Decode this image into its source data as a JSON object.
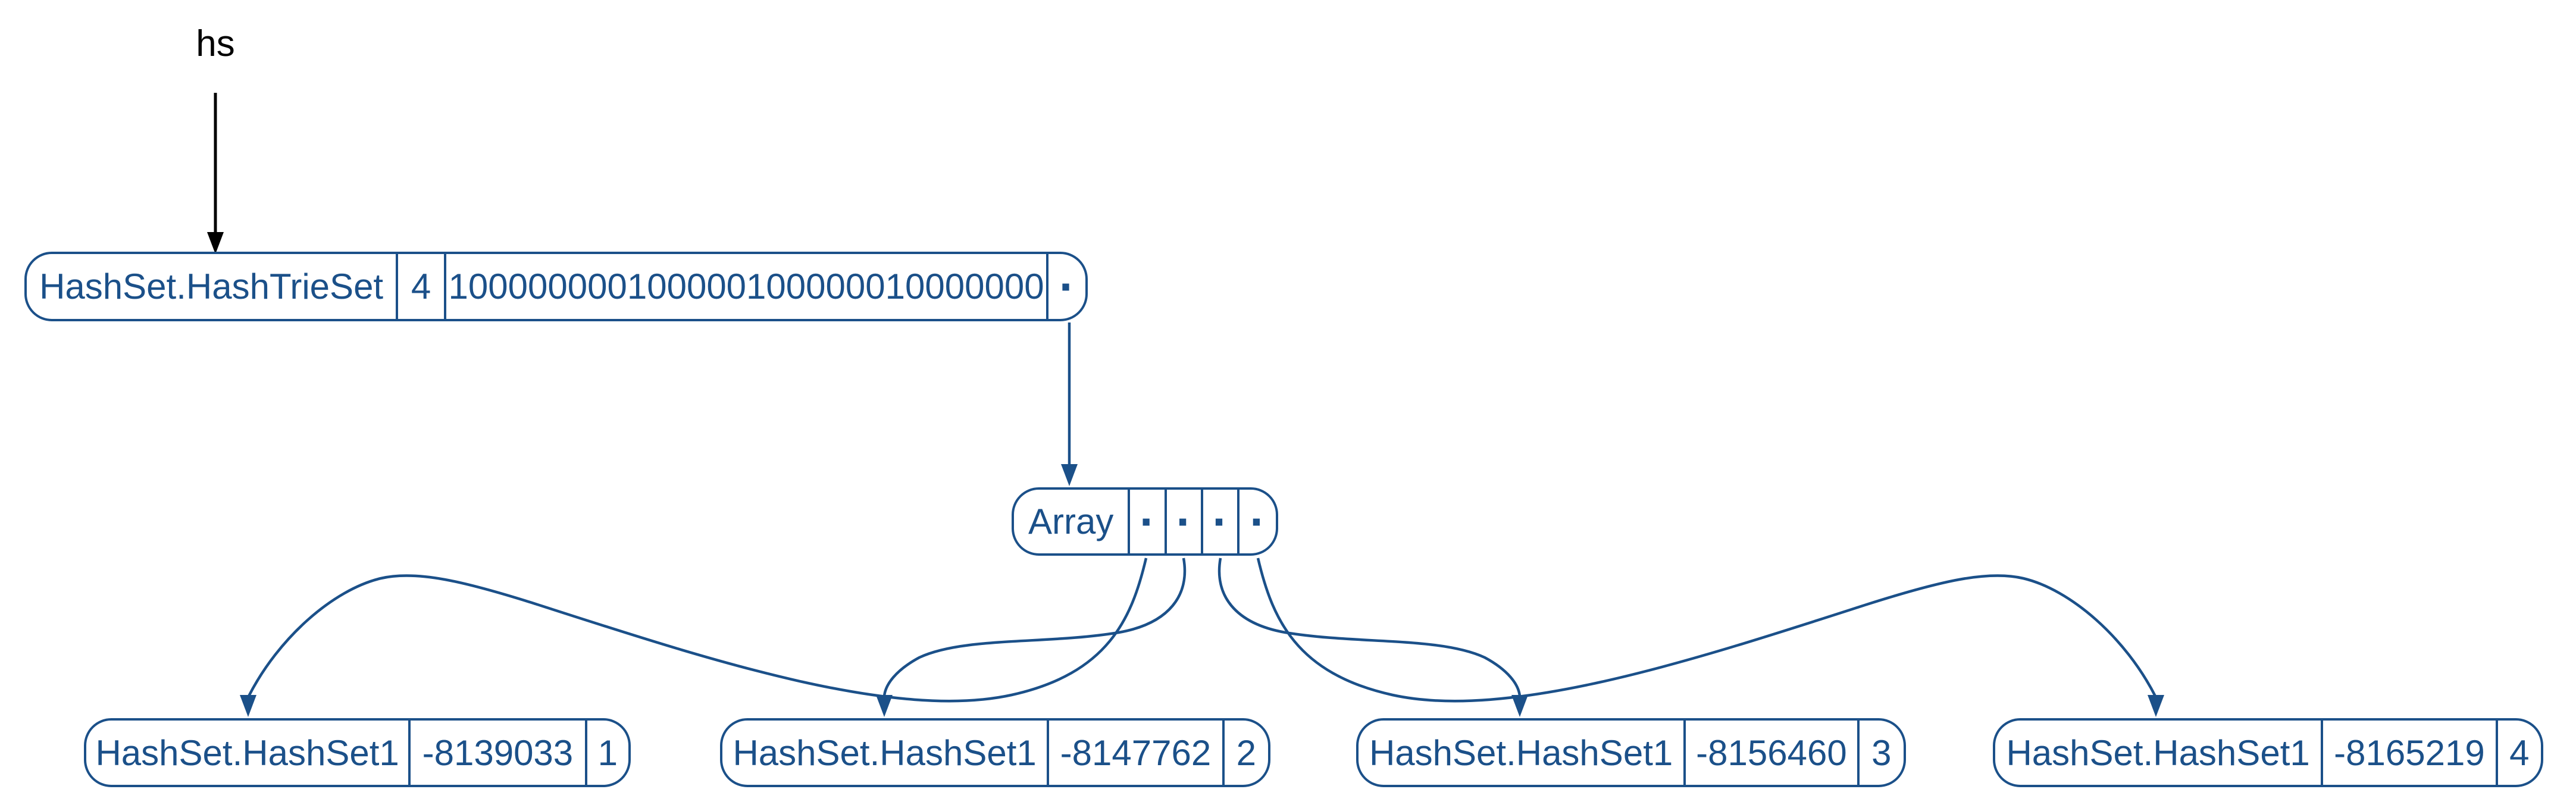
{
  "diagram": {
    "pointer_label": "hs",
    "colors": {
      "node_stroke": "#1B5089",
      "pointer_stroke": "#000000",
      "background": "#ffffff"
    },
    "root_node": {
      "type_label": "HashSet.HashTrieSet",
      "size": "4",
      "bitmap": "100000000100000100000010000000",
      "elems_pointer": "·"
    },
    "array_node": {
      "label": "Array",
      "slots": [
        "·",
        "·",
        "·",
        "·"
      ]
    },
    "leaf_nodes": [
      {
        "type_label": "HashSet.HashSet1",
        "hash": "-8139033",
        "value": "1"
      },
      {
        "type_label": "HashSet.HashSet1",
        "hash": "-8147762",
        "value": "2"
      },
      {
        "type_label": "HashSet.HashSet1",
        "hash": "-8156460",
        "value": "3"
      },
      {
        "type_label": "HashSet.HashSet1",
        "hash": "-8165219",
        "value": "4"
      }
    ]
  }
}
